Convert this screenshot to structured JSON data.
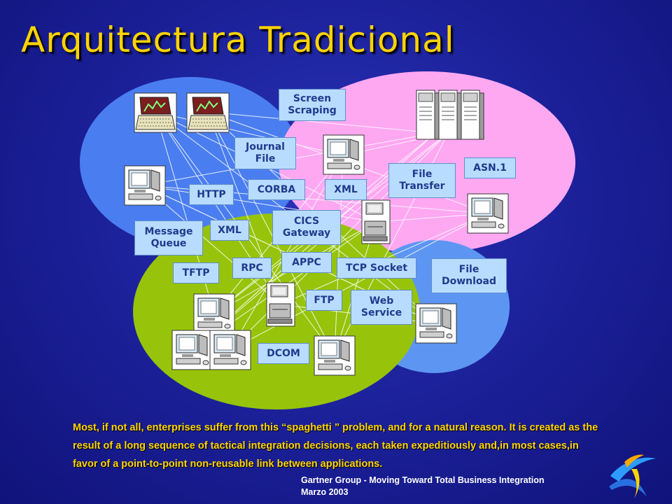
{
  "slide": {
    "title": "Arquitectura Tradicional",
    "caption": "Most, if not all, enterprises suffer from this “spaghetti ” problem, and for a natural reason. It is created as the result of a long sequence of tactical integration decisions, each taken expeditiously and,in most cases,in favor of a point-to-point non-reusable link between applications.",
    "source_line1": "Gartner Group - Moving Toward Total Business Integration",
    "source_line2": "Marzo 2003"
  },
  "labels": {
    "screen_scraping": "Screen\nScraping",
    "journal_file": "Journal\nFile",
    "asn1": "ASN.1",
    "file_transfer": "File\nTransfer",
    "http": "HTTP",
    "corba": "CORBA",
    "xml_top": "XML",
    "cics_gateway": "CICS\nGateway",
    "message_queue": "Message\nQueue",
    "xml_left": "XML",
    "appc": "APPC",
    "rpc": "RPC",
    "tftp": "TFTP",
    "tcp_socket": "TCP Socket",
    "file_download": "File\nDownload",
    "ftp": "FTP",
    "web_service": "Web\nService",
    "dcom": "DCOM"
  },
  "colors": {
    "title": "#ffd400",
    "blue_blob": "#4a7ef0",
    "pink_blob": "#ffa8f2",
    "green_blob": "#97c40a",
    "light_blue_blob": "#5d96f2",
    "label_bg": "#b8dcff",
    "label_text": "#203a8c"
  },
  "icons": [
    "laptop-icon",
    "monitor-icon",
    "server-tower-icon",
    "desktop-pc-icon",
    "company-logo-icon"
  ]
}
